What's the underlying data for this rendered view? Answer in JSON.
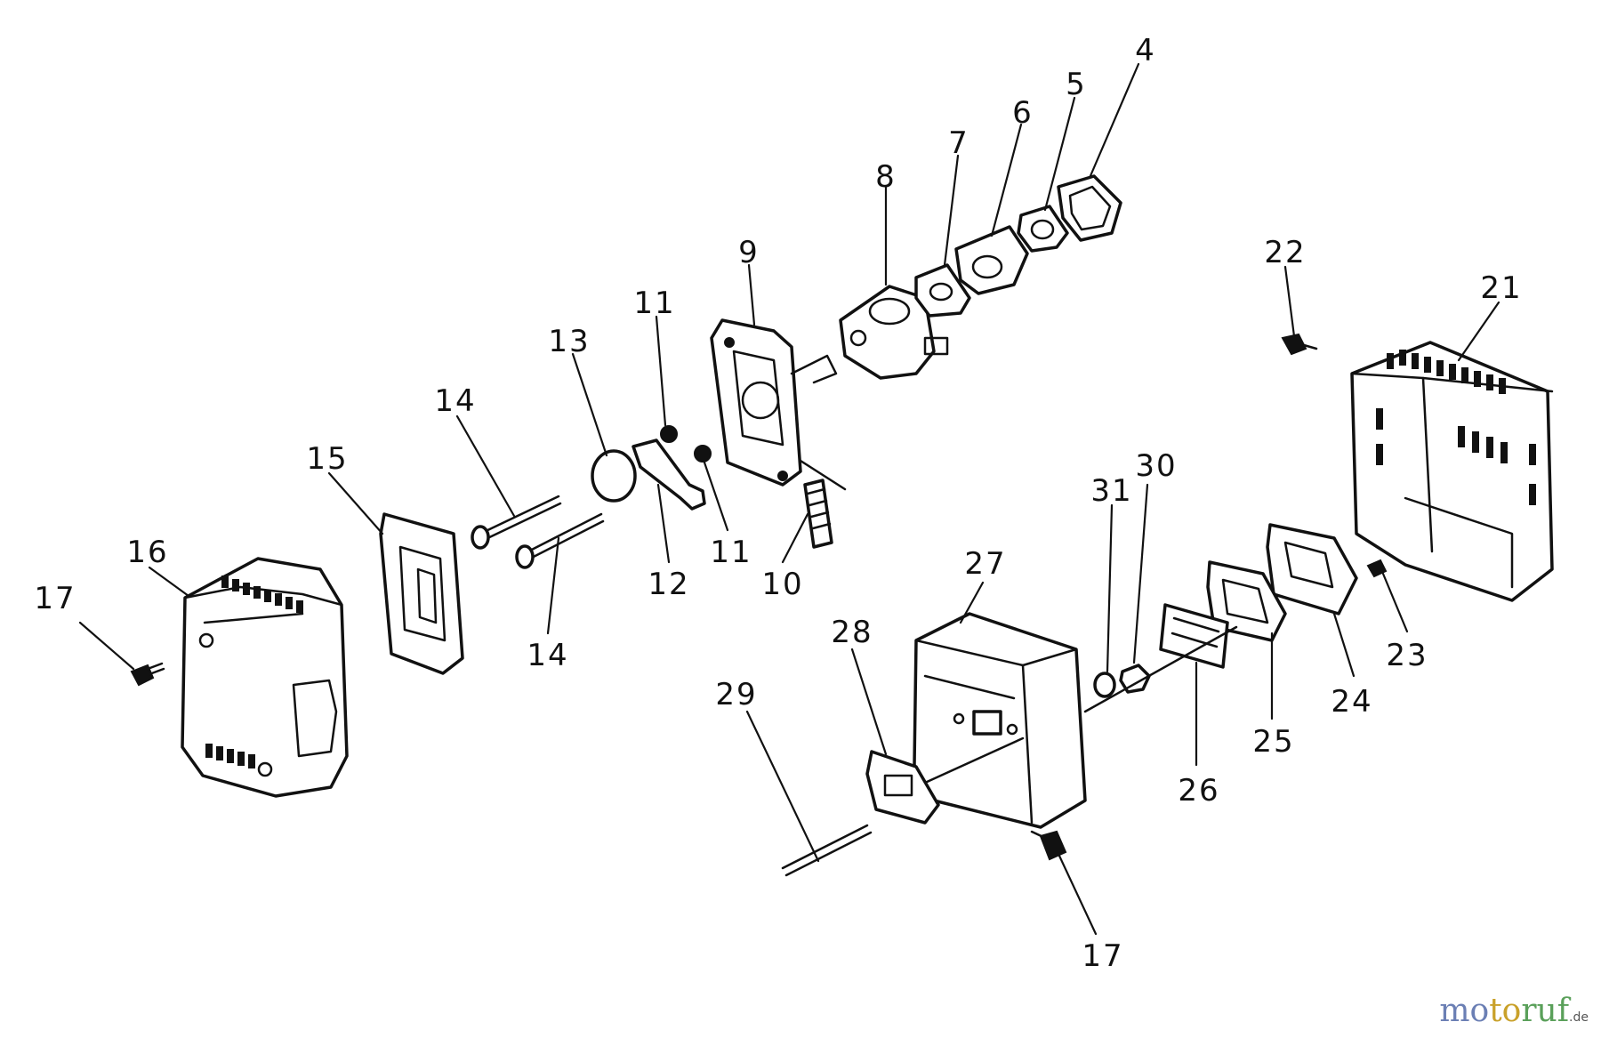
{
  "callouts": [
    {
      "id": "4",
      "text": "4"
    },
    {
      "id": "5",
      "text": "5"
    },
    {
      "id": "6",
      "text": "6"
    },
    {
      "id": "7",
      "text": "7"
    },
    {
      "id": "8",
      "text": "8"
    },
    {
      "id": "9",
      "text": "9"
    },
    {
      "id": "10",
      "text": "10"
    },
    {
      "id": "11a",
      "text": "11"
    },
    {
      "id": "11b",
      "text": "11"
    },
    {
      "id": "12",
      "text": "12"
    },
    {
      "id": "13",
      "text": "13"
    },
    {
      "id": "14a",
      "text": "14"
    },
    {
      "id": "14b",
      "text": "14"
    },
    {
      "id": "15",
      "text": "15"
    },
    {
      "id": "16",
      "text": "16"
    },
    {
      "id": "17a",
      "text": "17"
    },
    {
      "id": "17b",
      "text": "17"
    },
    {
      "id": "21",
      "text": "21"
    },
    {
      "id": "22",
      "text": "22"
    },
    {
      "id": "23",
      "text": "23"
    },
    {
      "id": "24",
      "text": "24"
    },
    {
      "id": "25",
      "text": "25"
    },
    {
      "id": "26",
      "text": "26"
    },
    {
      "id": "27",
      "text": "27"
    },
    {
      "id": "28",
      "text": "28"
    },
    {
      "id": "29",
      "text": "29"
    },
    {
      "id": "30",
      "text": "30"
    },
    {
      "id": "31",
      "text": "31"
    }
  ],
  "watermark": {
    "part1": "mo",
    "part2": "to",
    "part3": "ruf",
    "part4": ".de"
  }
}
